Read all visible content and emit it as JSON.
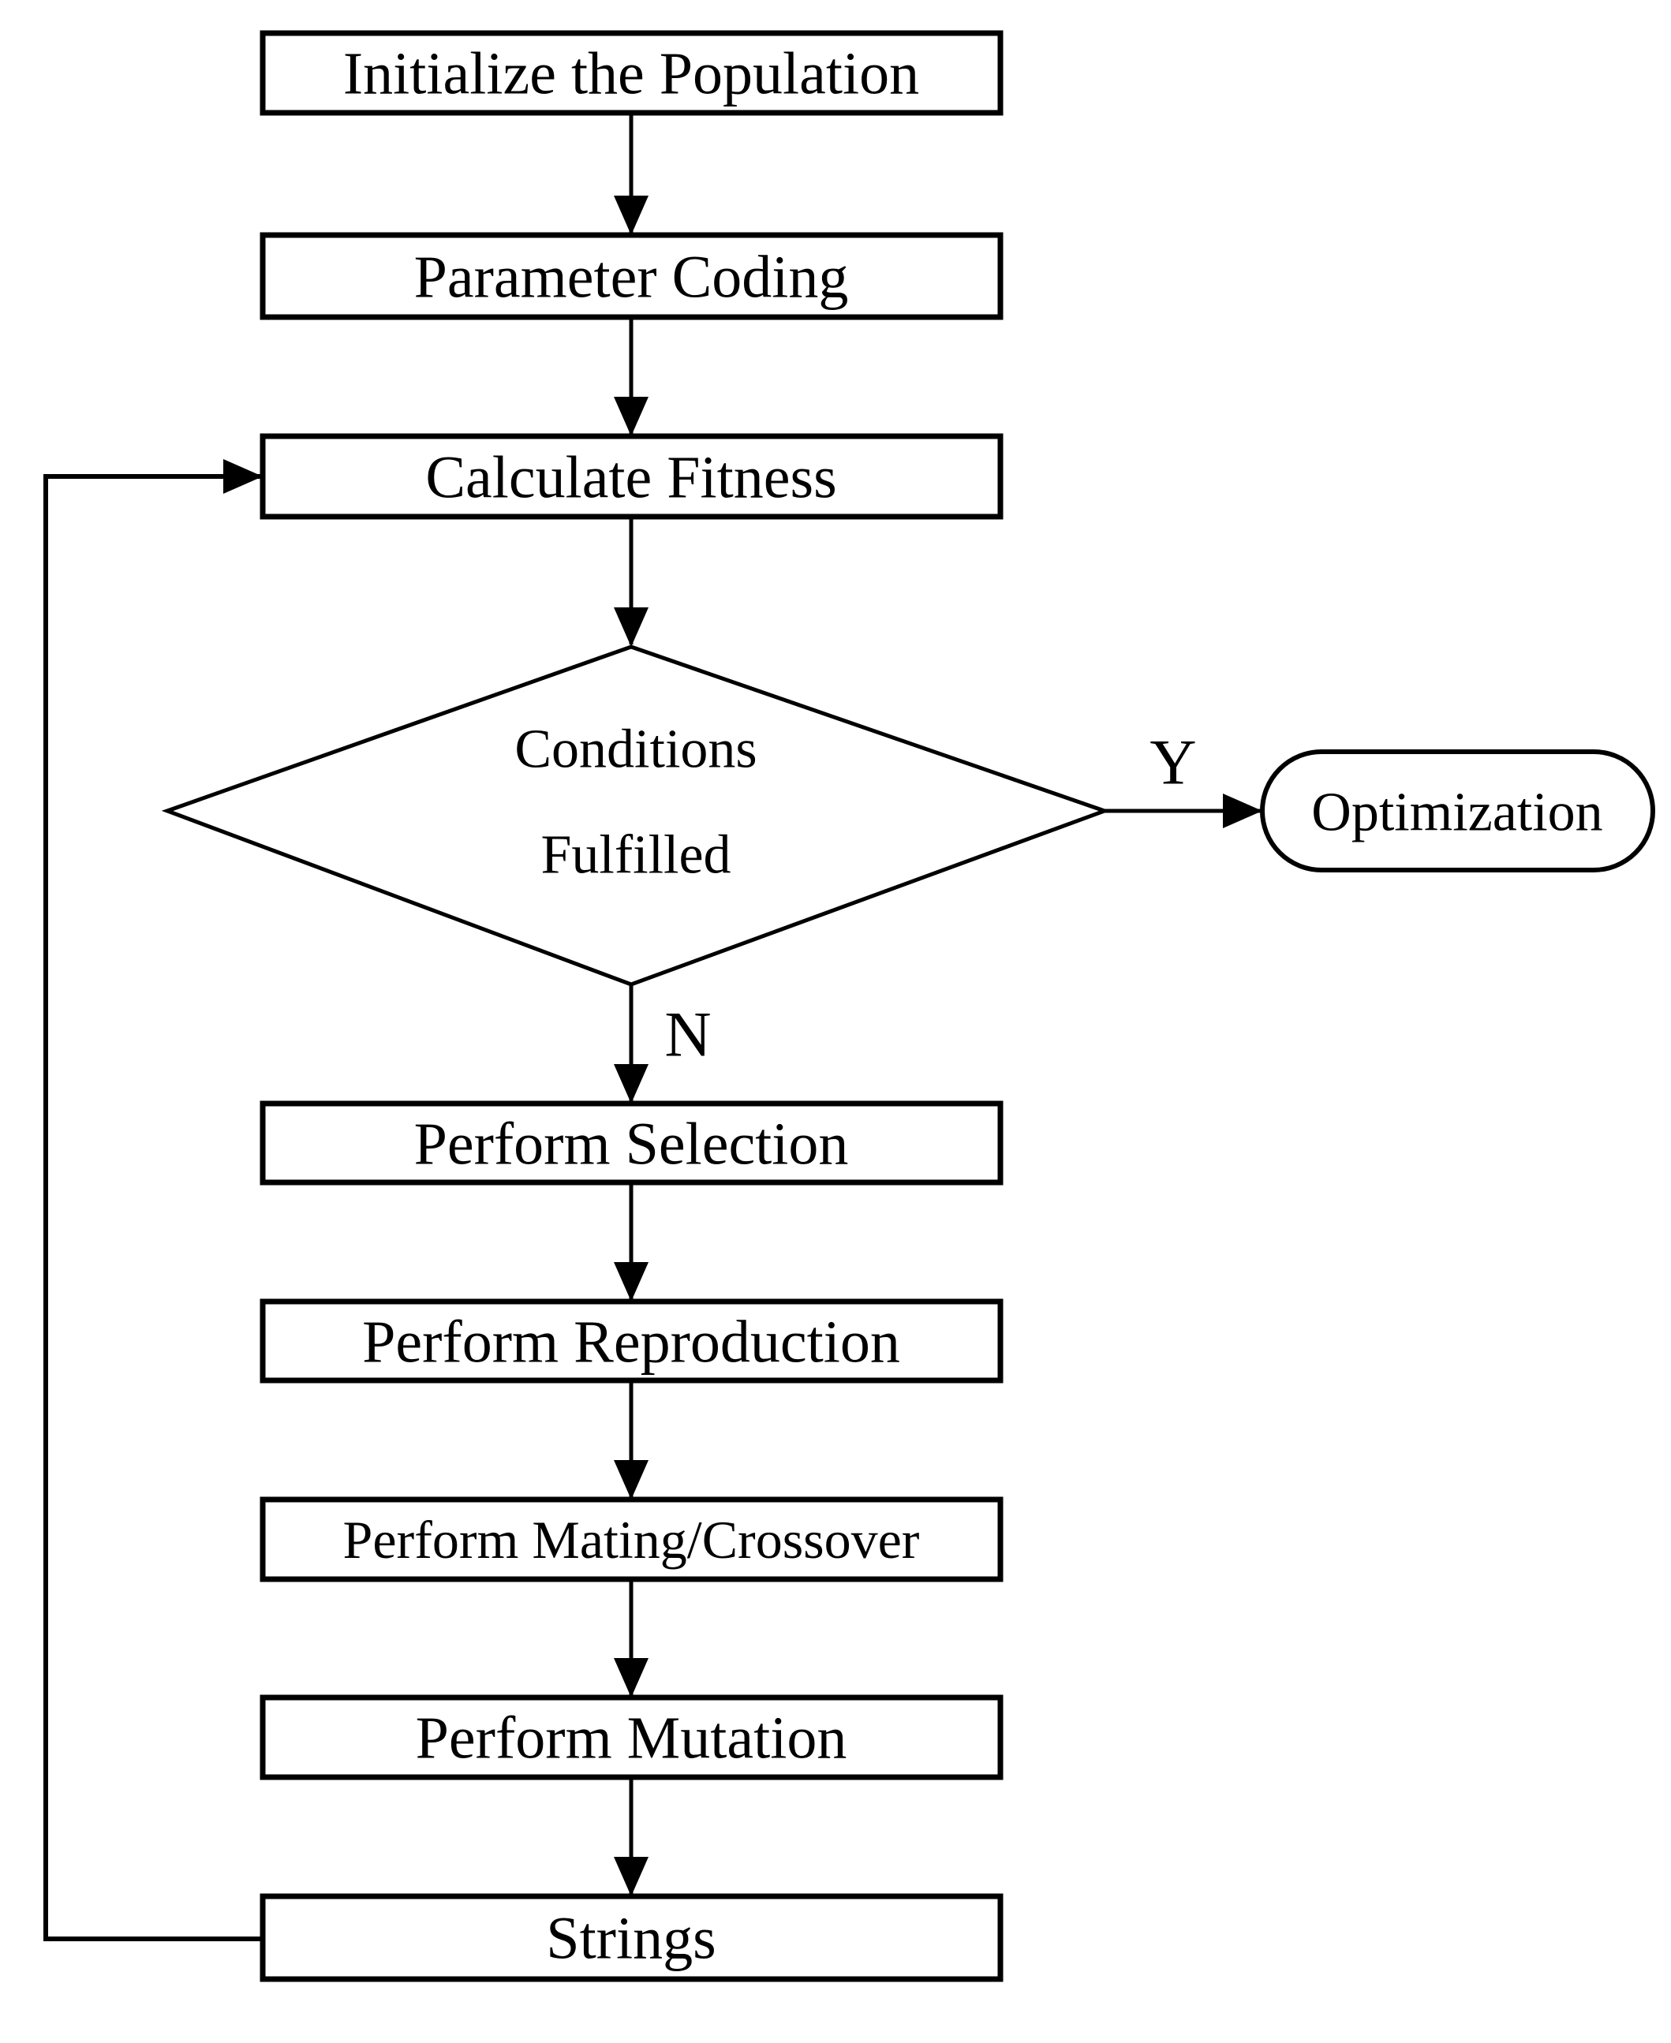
{
  "flowchart": {
    "background_color": "#ffffff",
    "stroke_color": "#000000",
    "node_fill_color": "#ffffff",
    "text_color": "#000000",
    "nodes": [
      {
        "id": "initialize-population",
        "shape": "rectangle",
        "label": "Initialize the Population"
      },
      {
        "id": "parameter-coding",
        "shape": "rectangle",
        "label": "Parameter Coding"
      },
      {
        "id": "calculate-fitness",
        "shape": "rectangle",
        "label": "Calculate Fitness"
      },
      {
        "id": "conditions-fulfilled",
        "shape": "diamond",
        "label_lines": [
          "Conditions",
          "Fulfilled"
        ]
      },
      {
        "id": "optimization",
        "shape": "stadium",
        "label": "Optimization"
      },
      {
        "id": "perform-selection",
        "shape": "rectangle",
        "label": "Perform Selection"
      },
      {
        "id": "perform-reproduction",
        "shape": "rectangle",
        "label": "Perform Reproduction"
      },
      {
        "id": "perform-mating-crossover",
        "shape": "rectangle",
        "label": "Perform Mating/Crossover"
      },
      {
        "id": "perform-mutation",
        "shape": "rectangle",
        "label": "Perform Mutation"
      },
      {
        "id": "strings",
        "shape": "rectangle",
        "label": "Strings"
      }
    ],
    "edges": [
      {
        "from": "initialize-population",
        "to": "parameter-coding",
        "label": ""
      },
      {
        "from": "parameter-coding",
        "to": "calculate-fitness",
        "label": ""
      },
      {
        "from": "calculate-fitness",
        "to": "conditions-fulfilled",
        "label": ""
      },
      {
        "from": "conditions-fulfilled",
        "to": "optimization",
        "label": "Y"
      },
      {
        "from": "conditions-fulfilled",
        "to": "perform-selection",
        "label": "N"
      },
      {
        "from": "perform-selection",
        "to": "perform-reproduction",
        "label": ""
      },
      {
        "from": "perform-reproduction",
        "to": "perform-mating-crossover",
        "label": ""
      },
      {
        "from": "perform-mating-crossover",
        "to": "perform-mutation",
        "label": ""
      },
      {
        "from": "perform-mutation",
        "to": "strings",
        "label": ""
      },
      {
        "from": "strings",
        "to": "calculate-fitness",
        "label": "",
        "type": "feedback"
      }
    ]
  }
}
